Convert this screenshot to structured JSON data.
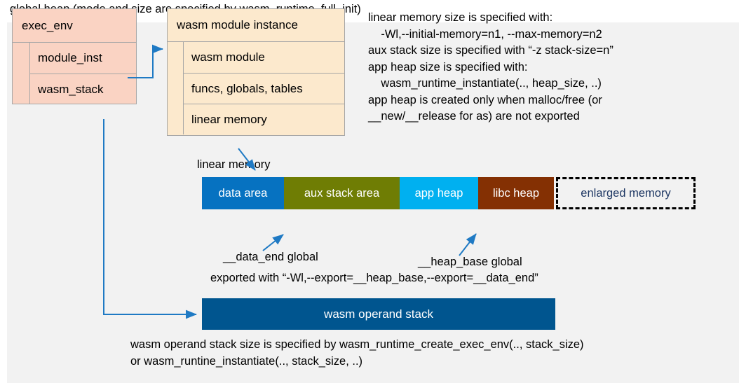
{
  "title": "global heap (mode and size are specified by wasm_runtime_full_init)",
  "exec_env": {
    "head": "exec_env",
    "rows": [
      "module_inst",
      "wasm_stack"
    ]
  },
  "module_instance": {
    "head": "wasm module instance",
    "rows": [
      "wasm module",
      "funcs, globals, tables",
      "linear memory"
    ]
  },
  "notes": {
    "memory": "linear memory size is specified with:\n    -Wl,--initial-memory=n1, --max-memory=n2\naux stack size is specified with “-z stack-size=n”\napp heap size is specified with:\n    wasm_runtime_instantiate(.., heap_size, ..)\napp heap is created only when malloc/free (or\n__new/__release for as) are not exported",
    "operand": "wasm operand stack size is specified by wasm_runtime_create_exec_env(.., stack_size)\nor wasm_runtine_instantiate(.., stack_size, ..)"
  },
  "linear_memory": {
    "label": "linear memory",
    "segments": [
      {
        "label": "data area",
        "color": "#0672c1",
        "width": 117
      },
      {
        "label": "aux stack area",
        "color": "#6f7d04",
        "width": 165
      },
      {
        "label": "app heap",
        "color": "#00b0f0",
        "width": 112
      },
      {
        "label": "libc heap",
        "color": "#843003",
        "width": 108
      },
      {
        "label": "enlarged memory",
        "color": "#f2f2f2",
        "width": 199,
        "dashed": true
      }
    ]
  },
  "callouts": {
    "data_end": "__data_end global",
    "heap_base": "__heap_base global",
    "exported": "exported with “-Wl,--export=__heap_base,--export=__data_end”"
  },
  "operand_stack": {
    "label": "wasm operand stack"
  },
  "colors": {
    "canvas": "#f2f2f2",
    "exec_env_fill": "#fad3c3",
    "module_fill": "#fce9cd",
    "connector": "#1f7ac4",
    "operand_stack_fill": "#00558f",
    "enlarged_text": "#1f3864"
  }
}
